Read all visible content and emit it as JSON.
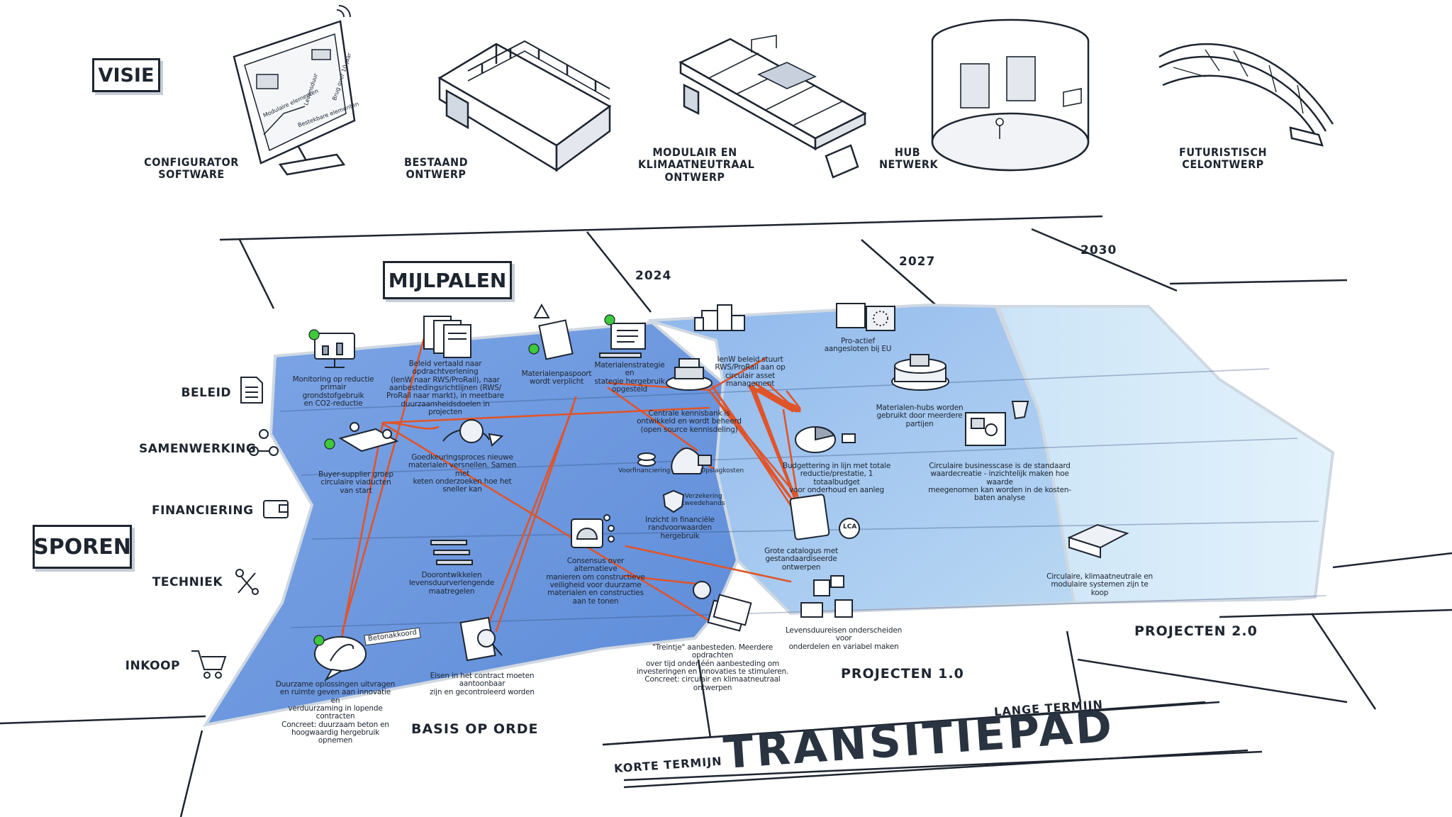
{
  "header": {
    "visie": "VISIE",
    "mijlpalen": "MIJLPALEN",
    "sporen": "SPOREN"
  },
  "visie_items": [
    {
      "label": "CONFIGURATOR\nSOFTWARE",
      "icon": "monitor-configurator-icon"
    },
    {
      "label": "BESTAAND\nONTWERP",
      "icon": "existing-viaduct-icon"
    },
    {
      "label": "MODULAIR EN\nKLIMAATNEUTRAAL\nONTWERP",
      "icon": "modular-viaduct-icon"
    },
    {
      "label": "HUB\nNETWERK",
      "icon": "hub-warehouse-icon"
    },
    {
      "label": "FUTURISTISCH\nCELONTWERP",
      "icon": "futuristic-bridge-icon"
    }
  ],
  "monitor_screen": {
    "labels": [
      "Modulaire elementen",
      "Levensduur",
      "Bestekbare elementen",
      "Brug over 10 jaar"
    ]
  },
  "years": [
    "2024",
    "2027",
    "2030"
  ],
  "lanes": [
    "BELEID",
    "SAMENWERKING",
    "FINANCIERING",
    "TECHNIEK",
    "INKOOP"
  ],
  "phases": {
    "basis": "BASIS OP ORDE",
    "projecten1": "PROJECTEN 1.0",
    "projecten2": "PROJECTEN 2.0"
  },
  "transition": {
    "title": "TRANSITIEPAD",
    "short": "KORTE TERMIJN",
    "long": "LANGE TERMIJN"
  },
  "milestones": [
    "Monitoring op reductie\nprimair grondstofgebruik\nen CO2-reductie",
    "Beleid vertaald naar opdrachtverlening\n(IenW naar RWS/ProRail), naar\naanbestedingsrichtlijnen (RWS/\nProRail naar markt), in meetbare\nduurzaamheidsdoelen in projecten",
    "Materialenpaspoort\nwordt verplicht",
    "Materialenstrategie en\nstategie hergebruik\nopgesteld",
    "IenW beleid stuurt\nRWS/ProRail aan op\ncirculair asset management",
    "Pro-actief\naangesloten bij EU",
    "Centrale kennisbank is\nontwikkeld en wordt beheerd\n(open source kennisdeling)",
    "Materialen-hubs worden\ngebruikt door meerdere partijen",
    "Buyer-supplier groep\ncirculaire viaducten\nvan start",
    "Goedkeuringsproces nieuwe\nmaterialen versnellen. Samen met\nketen onderzoeken hoe het sneller kan",
    "Budgettering in lijn met totale\nreductie/prestatie, 1 totaalbudget\nvoor onderhoud en aanleg",
    "Circulaire businesscase is de standaard\nwaardecreatie - inzichtelijk maken hoe waarde\nmeegenomen kan worden in de  kosten-baten analyse",
    "Inzicht in financiële\nrandvoorwaarden hergebruik",
    "Consensus over alternatieve\nmanieren om constructieve\nveiligheid voor duurzame\nmaterialen en constructies\naan te tonen",
    "Doorontwikkelen\nlevensduurverlengende\nmaatregelen",
    "Grote catalogus met\ngestandaardiseerde ontwerpen",
    "Circulaire, klimaatneutrale en\nmodulaire systemen zijn te koop",
    "Levensduureisen onderscheiden voor\nonderdelen en variabel maken",
    "Duurzame oplossingen uitvragen\nen ruimte geven aan innovatie en\nverduurzaming in lopende contracten\nConcreet: duurzaam beton en\nhoogwaardig hergebruik opnemen",
    "Eisen in het contract moeten aantoonbaar\nzijn en gecontroleerd worden",
    "\"Treintje\" aanbesteden. Meerdere opdrachten\nover tijd onder één aanbesteding om\ninvesteringen en innovaties te stimuleren.\nConcreet: circulair en klimaatneutraal ontwerpen"
  ],
  "small_labels": {
    "voorfinanciering": "Voorfinanciering",
    "opslagkosten": "Opslagkosten",
    "verzekering": "Verzekering\ntweedehands",
    "betonakkoord": "Betonakkoord",
    "lca": "LCA"
  },
  "colors": {
    "basis_blue": "#6f9be0",
    "projecten1_blue": "#a9cdee",
    "projecten2_blue": "#d6ebf8",
    "path_orange": "#e0542a",
    "ink": "#1d2530",
    "play_green": "#3fc83a"
  }
}
